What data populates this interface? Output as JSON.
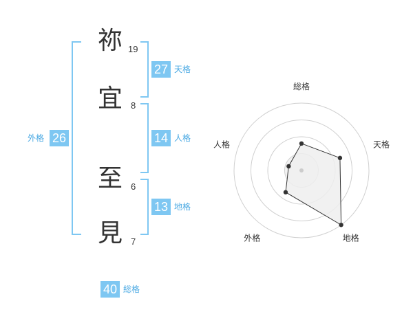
{
  "name_chars": [
    {
      "char": "祢",
      "strokes": "19"
    },
    {
      "char": "宜",
      "strokes": "8"
    },
    {
      "char": "至",
      "strokes": "6"
    },
    {
      "char": "見",
      "strokes": "7"
    }
  ],
  "grids": {
    "tenkaku": {
      "value": "27",
      "label": "天格"
    },
    "jinkaku": {
      "value": "14",
      "label": "人格"
    },
    "chikaku": {
      "value": "13",
      "label": "地格"
    },
    "gaikaku": {
      "value": "26",
      "label": "外格"
    },
    "soukaku": {
      "value": "40",
      "label": "総格"
    }
  },
  "chart_data": {
    "type": "radar",
    "axes": [
      "総格",
      "天格",
      "地格",
      "外格",
      "人格"
    ],
    "values": [
      2,
      3,
      5,
      2,
      1
    ],
    "max": 5,
    "rings": 4,
    "colors": {
      "fill": "#efefef",
      "stroke": "#333333",
      "ring": "#cfcfcf",
      "point": "#333333",
      "center": "#cccccc"
    }
  },
  "colors": {
    "accent": "#7ec7f2",
    "label": "#4aa9e3"
  }
}
